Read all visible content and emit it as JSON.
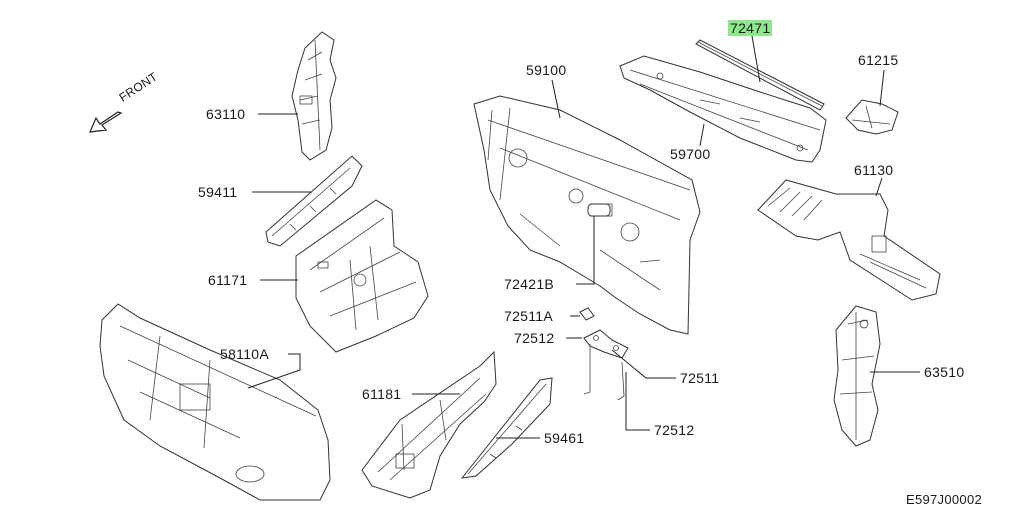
{
  "direction_label": "FRONT",
  "highlight_color": "#8ee68e",
  "part_labels": {
    "p72471": "72471",
    "p61215": "61215",
    "p59100": "59100",
    "p63110": "63110",
    "p59700": "59700",
    "p59411": "59411",
    "p61130": "61130",
    "p61171": "61171",
    "p72421b": "72421B",
    "p72511a": "72511A",
    "p72512a": "72512",
    "p58110a": "58110A",
    "p72511": "72511",
    "p63510": "63510",
    "p61181": "61181",
    "p59461": "59461",
    "p72512b": "72512"
  },
  "diagram_code": "E597J00002"
}
